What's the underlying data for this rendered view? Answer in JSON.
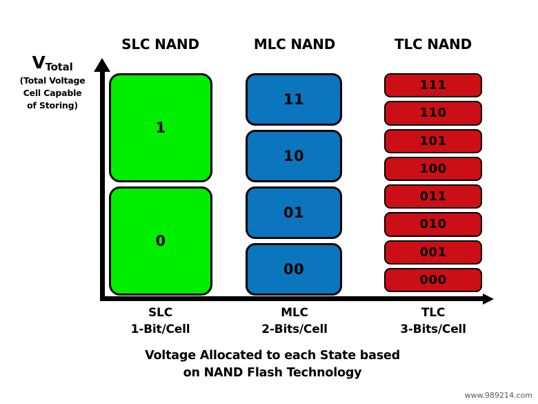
{
  "diagram": {
    "background_color": "#ffffff",
    "caption_line1": "Voltage Allocated to each State based",
    "caption_line2": "on NAND Flash Technology",
    "watermark": "www.989214.com"
  },
  "y_axis": {
    "symbol": "V",
    "subscript": "Total",
    "description_line1": "(Total Voltage",
    "description_line2": "Cell Capable",
    "description_line3": "of Storing)",
    "arrow_icon": "up-arrow-icon"
  },
  "x_axis": {
    "arrow_icon": "right-arrow-icon"
  },
  "columns": [
    {
      "key": "slc",
      "header": "SLC NAND",
      "tick_name": "SLC",
      "tick_detail": "1-Bit/Cell",
      "color": "#00ee00",
      "bits_per_cell": 1,
      "state_count": 2,
      "states": [
        "1",
        "0"
      ]
    },
    {
      "key": "mlc",
      "header": "MLC NAND",
      "tick_name": "MLC",
      "tick_detail": "2-Bits/Cell",
      "color": "#0b75be",
      "bits_per_cell": 2,
      "state_count": 4,
      "states": [
        "11",
        "10",
        "01",
        "00"
      ]
    },
    {
      "key": "tlc",
      "header": "TLC NAND",
      "tick_name": "TLC",
      "tick_detail": "3-Bits/Cell",
      "color": "#cc0e16",
      "bits_per_cell": 3,
      "state_count": 8,
      "states": [
        "111",
        "110",
        "101",
        "100",
        "011",
        "010",
        "001",
        "000"
      ]
    }
  ]
}
